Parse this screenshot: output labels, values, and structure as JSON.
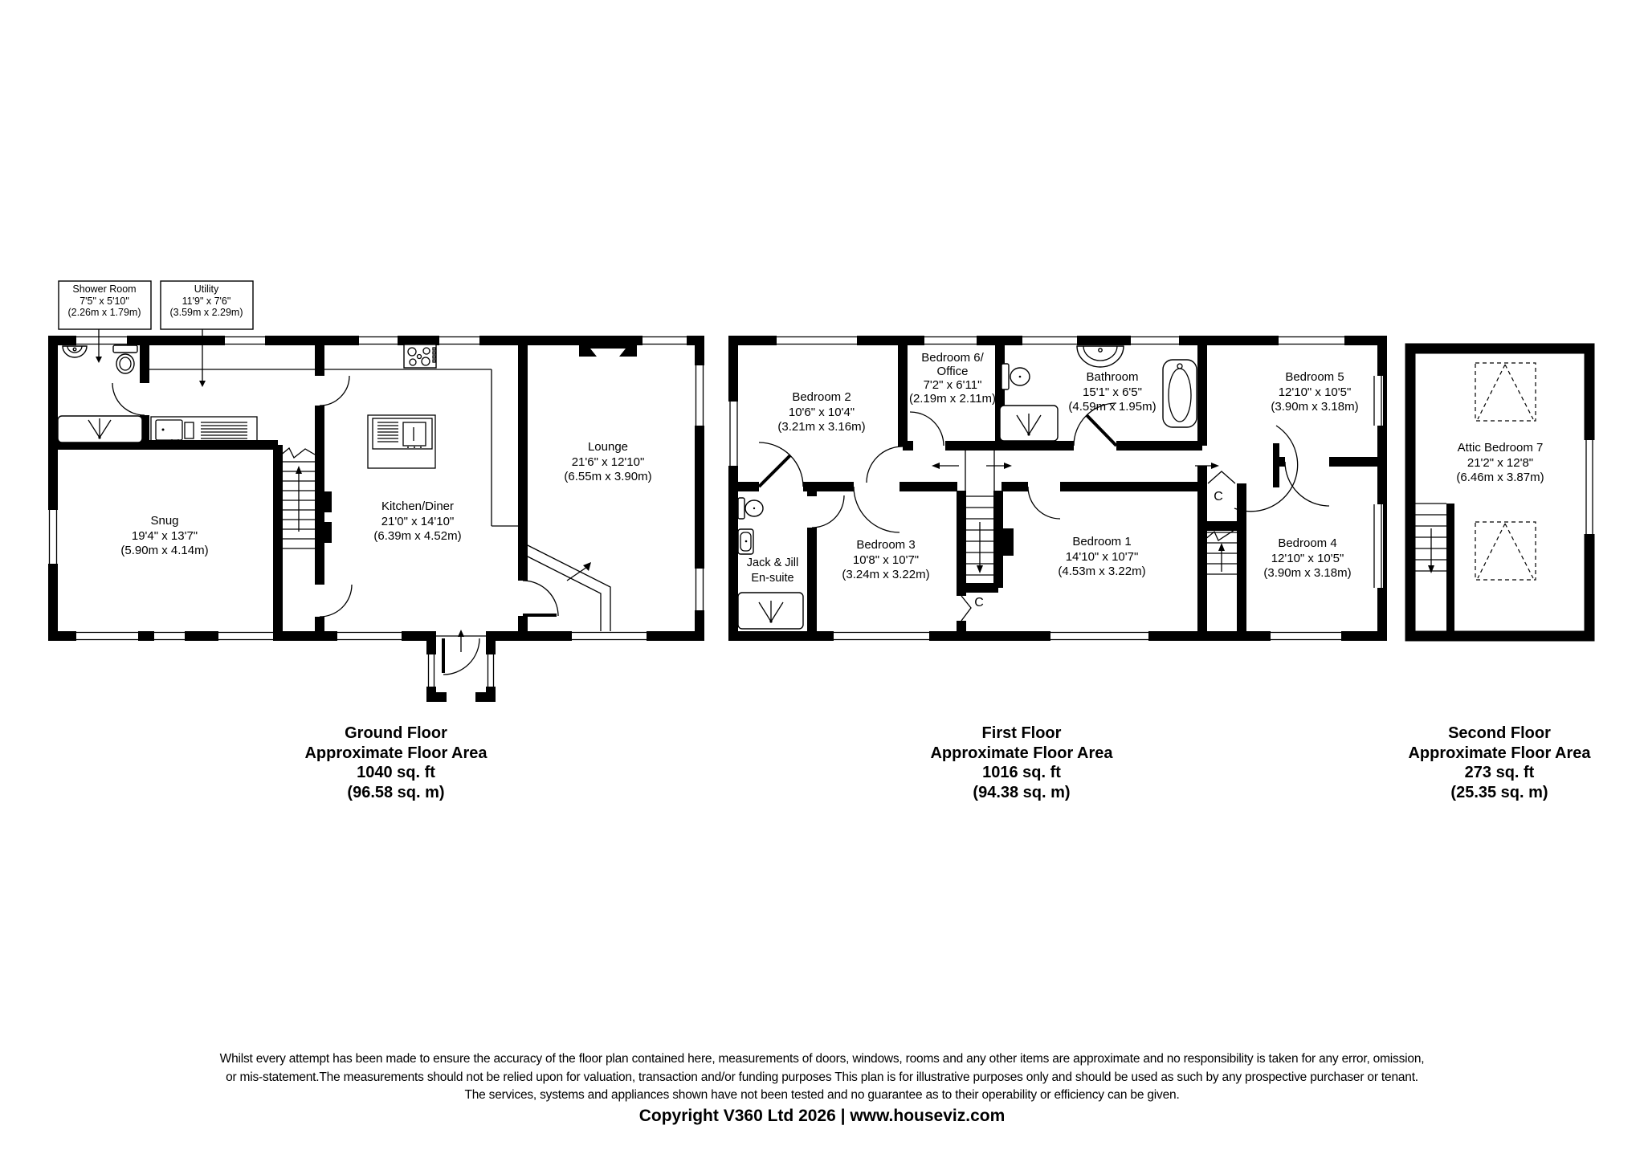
{
  "document": {
    "disclaimer_line1": "Whilst every attempt has been made to ensure the accuracy of the floor plan contained here, measurements of doors, windows, rooms and any other items are approximate and no responsibility is taken for any error, omission,",
    "disclaimer_line2": "or mis-statement.The measurements should not be relied upon for valuation, transaction and/or funding purposes This plan is for illustrative purposes only and should be used as such by any prospective purchaser or tenant.",
    "disclaimer_line3": "The services, systems and appliances shown have not been tested and no guarantee as to their operability or efficiency can be given.",
    "copyright": "Copyright V360 Ltd 2026 | www.houseviz.com"
  },
  "floors": {
    "ground": {
      "title": "Ground Floor",
      "area_label": "Approximate Floor Area",
      "area_ft": "1040 sq. ft",
      "area_m": "(96.58 sq. m)",
      "rooms": {
        "shower_room": {
          "name": "Shower Room",
          "ft": "7'5\" x 5'10\"",
          "m": "(2.26m x 1.79m)"
        },
        "utility": {
          "name": "Utility",
          "ft": "11'9\" x 7'6\"",
          "m": "(3.59m x 2.29m)"
        },
        "snug": {
          "name": "Snug",
          "ft": "19'4\" x 13'7\"",
          "m": "(5.90m x 4.14m)"
        },
        "kitchen": {
          "name": "Kitchen/Diner",
          "ft": "21'0\" x 14'10\"",
          "m": "(6.39m x 4.52m)"
        },
        "lounge": {
          "name": "Lounge",
          "ft": "21'6\" x 12'10\"",
          "m": "(6.55m x 3.90m)"
        }
      }
    },
    "first": {
      "title": "First Floor",
      "area_label": "Approximate Floor Area",
      "area_ft": "1016 sq. ft",
      "area_m": "(94.38 sq. m)",
      "cupboard": "C",
      "rooms": {
        "bedroom2": {
          "name": "Bedroom 2",
          "ft": "10'6\" x 10'4\"",
          "m": "(3.21m x 3.16m)"
        },
        "bedroom6": {
          "name1": "Bedroom 6/",
          "name2": "Office",
          "ft": "7'2\" x 6'11\"",
          "m": "(2.19m x 2.11m)"
        },
        "bathroom": {
          "name": "Bathroom",
          "ft": "15'1\" x 6'5\"",
          "m": "(4.59m x 1.95m)"
        },
        "bedroom5": {
          "name": "Bedroom 5",
          "ft": "12'10\" x 10'5\"",
          "m": "(3.90m x 3.18m)"
        },
        "jack_jill": {
          "name1": "Jack & Jill",
          "name2": "En-suite"
        },
        "bedroom3": {
          "name": "Bedroom 3",
          "ft": "10'8\" x 10'7\"",
          "m": "(3.24m x 3.22m)"
        },
        "bedroom1": {
          "name": "Bedroom 1",
          "ft": "14'10\" x 10'7\"",
          "m": "(4.53m x 3.22m)"
        },
        "bedroom4": {
          "name": "Bedroom 4",
          "ft": "12'10\" x 10'5\"",
          "m": "(3.90m x 3.18m)"
        }
      }
    },
    "second": {
      "title": "Second Floor",
      "area_label": "Approximate Floor Area",
      "area_ft": "273 sq. ft",
      "area_m": "(25.35 sq. m)",
      "rooms": {
        "attic": {
          "name": "Attic Bedroom 7",
          "ft": "21'2\" x 12'8\"",
          "m": "(6.46m x 3.87m)"
        }
      }
    }
  }
}
